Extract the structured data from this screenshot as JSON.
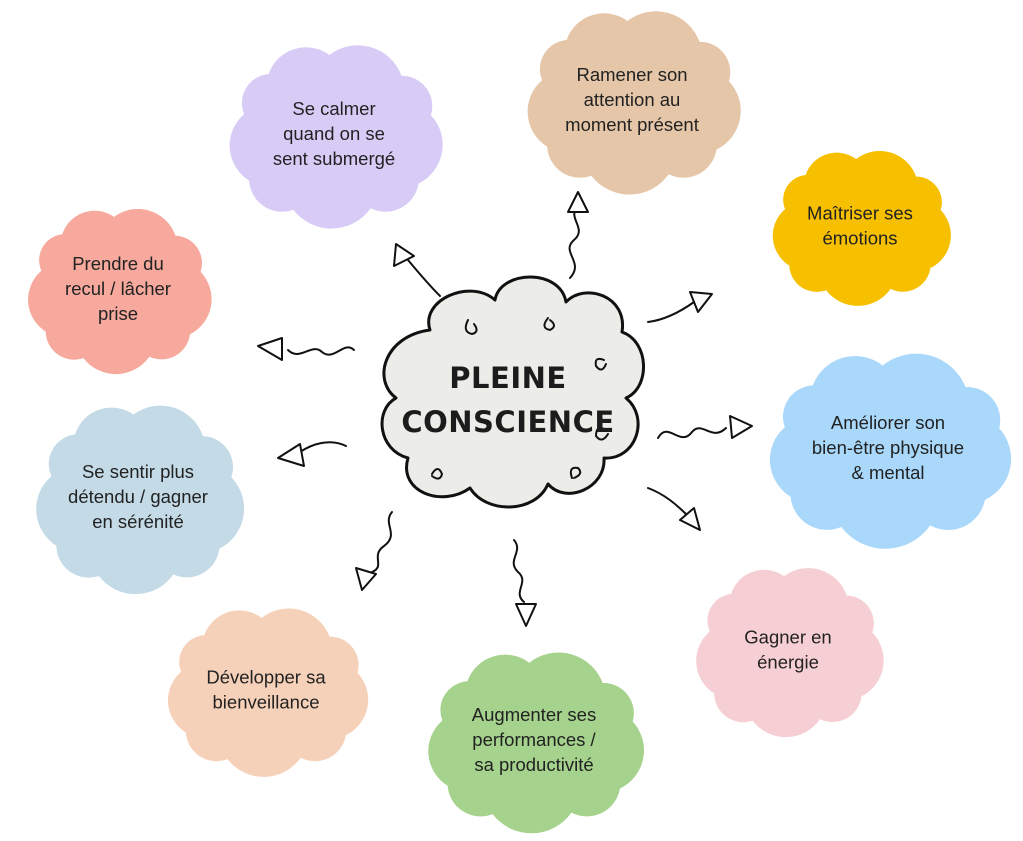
{
  "center": {
    "line1": "PLEINE",
    "line2": "CONSCIENCE",
    "fill": "#ecece8",
    "stroke": "#111111"
  },
  "clouds": [
    {
      "lines": [
        "Ramener son",
        "attention au",
        "moment présent"
      ],
      "fill": "#e5c6a8"
    },
    {
      "lines": [
        "Maîtriser ses",
        "émotions"
      ],
      "fill": "#f6c000"
    },
    {
      "lines": [
        "Améliorer son",
        "bien-être physique",
        "& mental"
      ],
      "fill": "#a9d8fb"
    },
    {
      "lines": [
        "Gagner en",
        "énergie"
      ],
      "fill": "#f6cfd4"
    },
    {
      "lines": [
        "Augmenter ses",
        "performances /",
        "sa productivité"
      ],
      "fill": "#a5d28c"
    },
    {
      "lines": [
        "Développer sa",
        "bienveillance"
      ],
      "fill": "#f6d1b9"
    },
    {
      "lines": [
        "Se sentir plus",
        "détendu / gagner",
        "en sérénité"
      ],
      "fill": "#c4dbe7"
    },
    {
      "lines": [
        "Prendre du",
        "recul / lâcher",
        "prise"
      ],
      "fill": "#f6a99c"
    },
    {
      "lines": [
        "Se calmer",
        "quand on se",
        "sent submergé"
      ],
      "fill": "#d8ccf7"
    }
  ]
}
